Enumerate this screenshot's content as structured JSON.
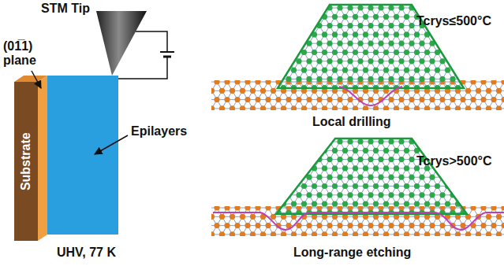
{
  "diagram": {
    "labels": [
      "STM Tip",
      "(01̅1) plane",
      "Substrate",
      "Epilayers",
      "UHV, 77 K",
      "Tcrys≤500°C",
      "Local drilling",
      "Tcrys>500°C",
      "Long-range etching"
    ]
  }
}
